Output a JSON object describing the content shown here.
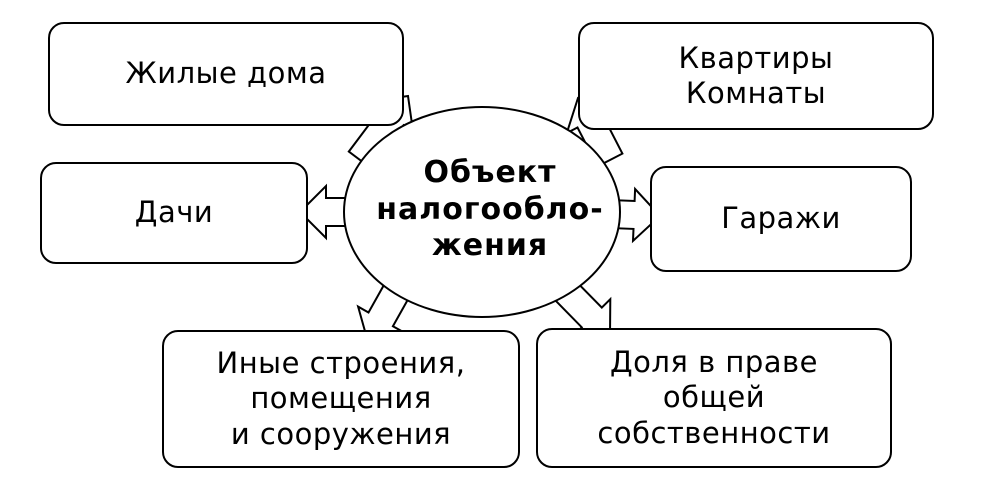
{
  "center": {
    "text": "Объект\nналогообло-\nжения"
  },
  "items": [
    {
      "id": "residential",
      "text": "Жилые дома"
    },
    {
      "id": "apartments",
      "text": "Квартиры\nКомнаты"
    },
    {
      "id": "dachas",
      "text": "Дачи"
    },
    {
      "id": "garages",
      "text": "Гаражи"
    },
    {
      "id": "other",
      "text": "Иные строения,\nпомещения\nи сооружения"
    },
    {
      "id": "share",
      "text": "Доля в праве\nобщей\nсобственности"
    }
  ]
}
